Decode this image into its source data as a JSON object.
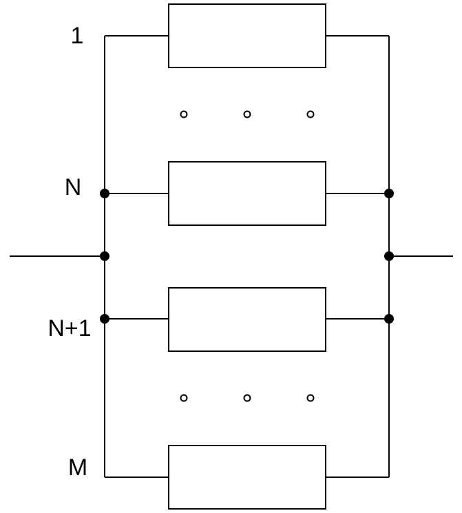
{
  "labels": {
    "first": "1",
    "n": "N",
    "n_plus_1": "N+1",
    "m": "M"
  },
  "branches": [
    {
      "label": "1",
      "connected_node": false
    },
    {
      "label": "N",
      "connected_node": true
    },
    {
      "label": "N+1",
      "connected_node": true
    },
    {
      "label": "M",
      "connected_node": false
    }
  ],
  "ellipses": [
    {
      "between": [
        "1",
        "N"
      ],
      "dots": 3
    },
    {
      "between": [
        "N+1",
        "M"
      ],
      "dots": 3
    }
  ],
  "colors": {
    "line": "#000000",
    "background": "#ffffff"
  }
}
